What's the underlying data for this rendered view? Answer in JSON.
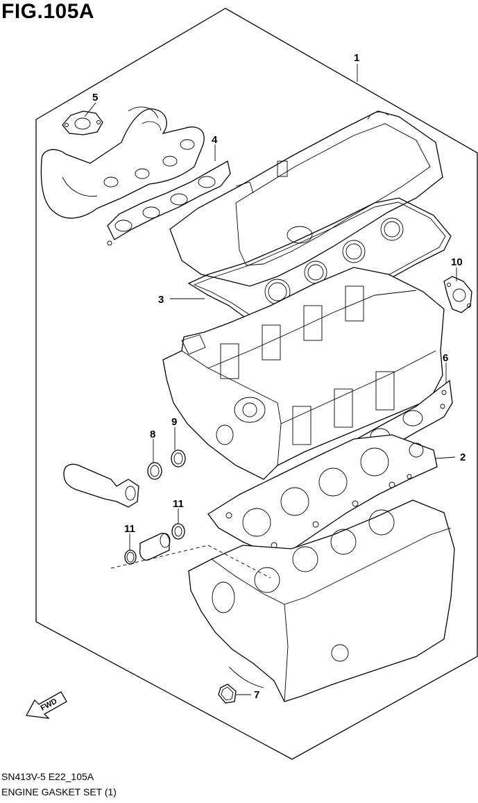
{
  "figure": {
    "title": "FIG.105A"
  },
  "footer": {
    "code": "SN413V-5 E22_105A",
    "name": "ENGINE GASKET SET (1)"
  },
  "direction_marker": {
    "label": "FWD"
  },
  "callouts": [
    {
      "id": "1",
      "label": "1"
    },
    {
      "id": "2",
      "label": "2"
    },
    {
      "id": "3",
      "label": "3"
    },
    {
      "id": "4",
      "label": "4"
    },
    {
      "id": "5",
      "label": "5"
    },
    {
      "id": "6",
      "label": "6"
    },
    {
      "id": "7",
      "label": "7"
    },
    {
      "id": "8",
      "label": "8"
    },
    {
      "id": "9",
      "label": "9"
    },
    {
      "id": "10",
      "label": "10"
    },
    {
      "id": "11a",
      "label": "11"
    },
    {
      "id": "11b",
      "label": "11"
    }
  ]
}
